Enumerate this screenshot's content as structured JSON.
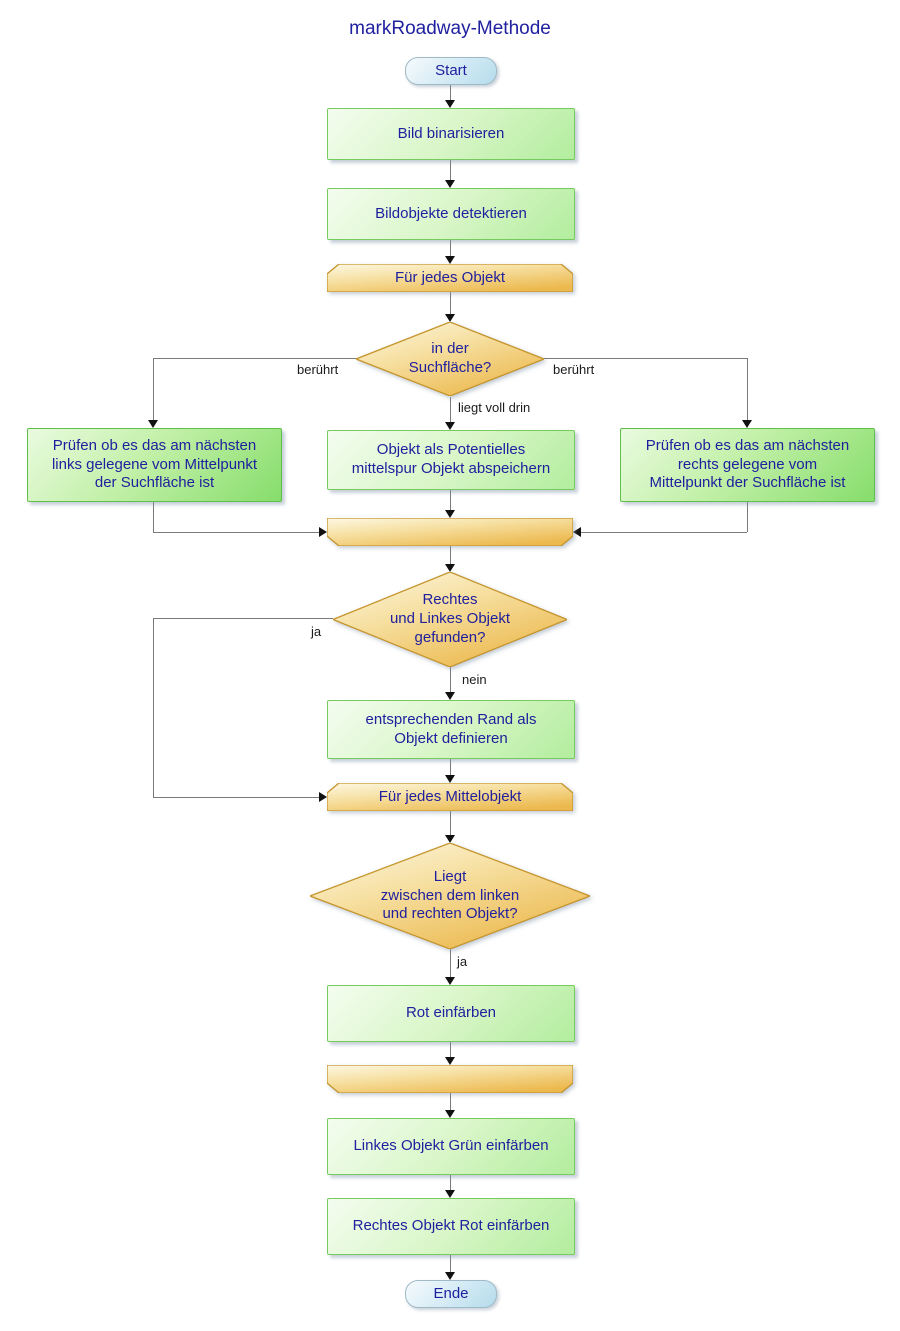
{
  "title": "markRoadway-Methode",
  "nodes": {
    "start": {
      "type": "terminator",
      "label": "Start"
    },
    "binarize": {
      "type": "process",
      "label": "Bild binarisieren"
    },
    "detect": {
      "type": "process",
      "label": "Bildobjekte detektieren"
    },
    "loop_objects": {
      "type": "loop-start",
      "label": "Für jedes Objekt"
    },
    "in_search_area": {
      "type": "decision",
      "label": "in der\nSuchfläche?"
    },
    "check_left": {
      "type": "process",
      "label": "Prüfen ob es das am nächsten\nlinks gelegene vom Mittelpunkt\nder Suchfläche ist"
    },
    "save_middle": {
      "type": "process",
      "label": "Objekt als Potentielles\nmittelspur Objekt abspeichern"
    },
    "check_right": {
      "type": "process",
      "label": "Prüfen ob es das am nächsten\nrechts gelegene vom\nMittelpunkt der Suchfläche ist"
    },
    "loop_objects_end": {
      "type": "loop-end",
      "label": ""
    },
    "found_decision": {
      "type": "decision",
      "label": "Rechtes\nund Linkes Objekt\ngefunden?"
    },
    "define_edge": {
      "type": "process",
      "label": "entsprechenden Rand als\nObjekt definieren"
    },
    "loop_middle": {
      "type": "loop-start",
      "label": "Für jedes Mittelobjekt"
    },
    "between_decision": {
      "type": "decision",
      "label": "Liegt\nzwischen dem linken\nund rechten Objekt?"
    },
    "color_red": {
      "type": "process",
      "label": "Rot einfärben"
    },
    "loop_middle_end": {
      "type": "loop-end",
      "label": ""
    },
    "color_left_green": {
      "type": "process",
      "label": "Linkes Objekt Grün einfärben"
    },
    "color_right_red": {
      "type": "process",
      "label": "Rechtes Objekt Rot einfärben"
    },
    "ende": {
      "type": "terminator",
      "label": "Ende"
    }
  },
  "edge_labels": {
    "beruehrt_left": "berührt",
    "beruehrt_right": "berührt",
    "liegt_voll_drin": "liegt voll drin",
    "ja_found": "ja",
    "nein_found": "nein",
    "ja_between": "ja"
  },
  "colors": {
    "node_text": "#20209e",
    "process_fill_top": "#f4fdf0",
    "process_fill_bottom": "#b2ed9e",
    "process_border": "#76ca5e",
    "loop_fill_top": "#fdf8e4",
    "loop_fill_bottom": "#ecb94f",
    "loop_border": "#c6952e",
    "terminator_fill": "#d9edf6",
    "terminator_border": "#9fb9c6",
    "connector": "#7a7a7a"
  }
}
